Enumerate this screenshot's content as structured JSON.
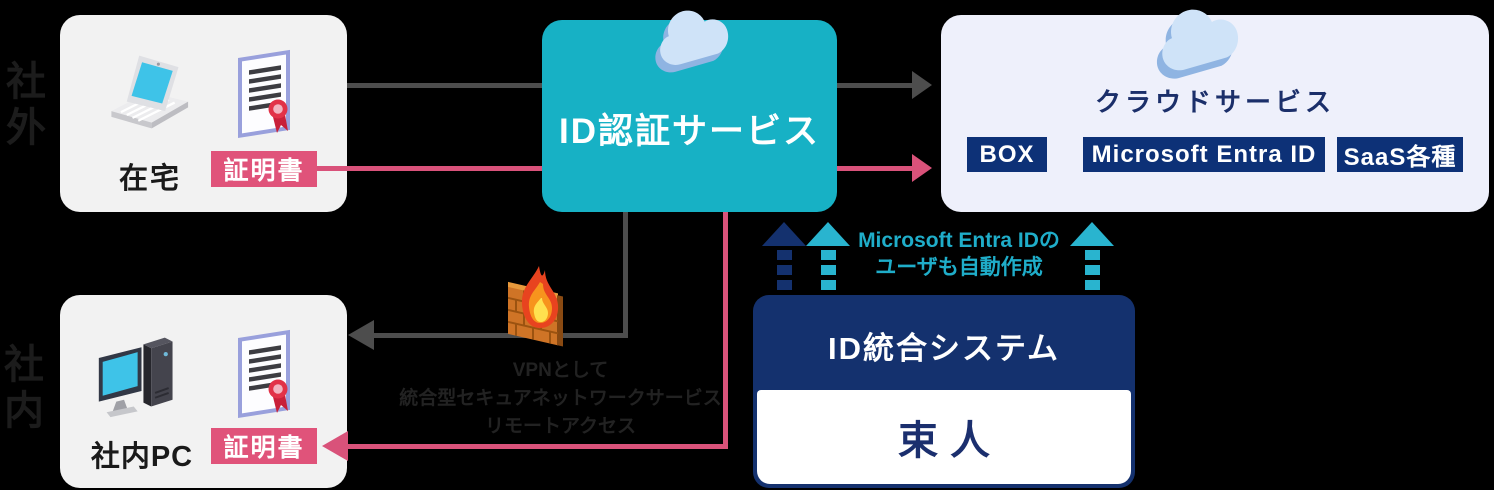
{
  "zones": {
    "outside_label": "社外",
    "inside_label": "社内"
  },
  "home_box": {
    "device_label": "在宅",
    "certificate_label": "証明書"
  },
  "office_box": {
    "device_label": "社内PC",
    "certificate_label": "証明書"
  },
  "auth_service": {
    "title": "ID認証サービス"
  },
  "cloud_services": {
    "title": "クラウドサービス",
    "badges": [
      "BOX",
      "Microsoft Entra ID",
      "SaaS各種"
    ]
  },
  "integration": {
    "title": "ID統合システム",
    "product_name": "束人"
  },
  "notes": {
    "vpn_line1": "VPNとして",
    "vpn_line2": "統合型セキュアネットワークサービス",
    "vpn_line3": "リモートアクセス",
    "entra_line1": "Microsoft Entra IDの",
    "entra_line2": "ユーザも自動作成"
  },
  "icons": {
    "auth_cloud": "cloud-icon",
    "services_cloud": "cloud-icon",
    "home_device": "laptop-icon",
    "office_device": "desktop-pc-icon",
    "home_certificate": "certificate-icon",
    "office_certificate": "certificate-icon",
    "firewall": "firewall-icon",
    "provisioning_arrows": "dashed-up-arrow-icon"
  },
  "colors": {
    "background": "#000000",
    "panel_gray": "#f2f2f2",
    "panel_lavender": "#eef0fb",
    "teal_box": "#17b1c5",
    "navy_box": "#14316e",
    "navy_badge": "#0d3177",
    "pink_badge": "#e0537a",
    "pink_line": "#d9527a",
    "gray_line": "#4d4d4d",
    "teal_text": "#1fadc9",
    "navy_text": "#1b2f6e",
    "dark_text": "#222222"
  }
}
